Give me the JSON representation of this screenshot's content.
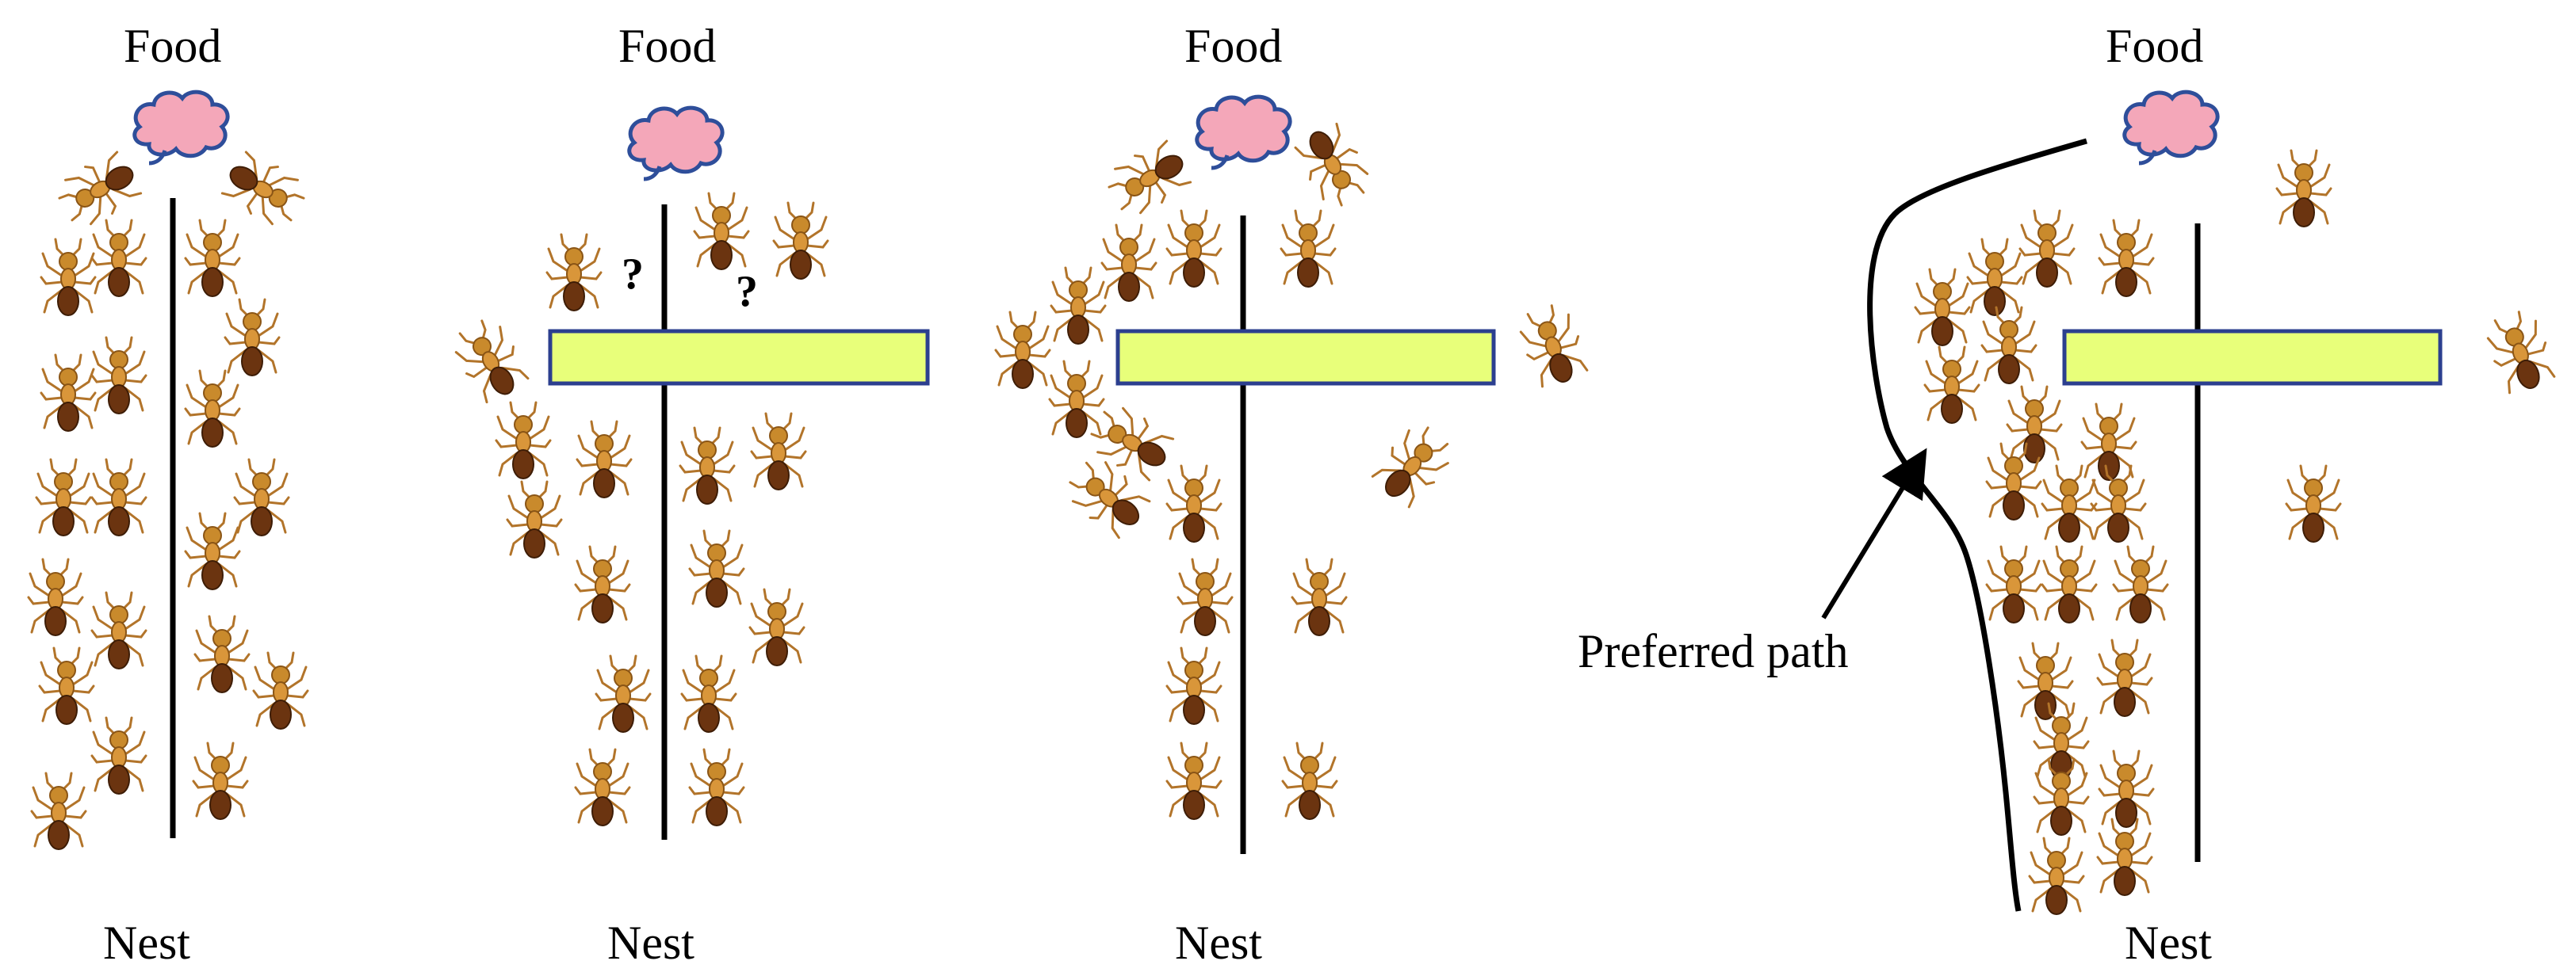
{
  "panels": [
    {
      "id": "panel-1",
      "food_label": "Food",
      "nest_label": "Nest"
    },
    {
      "id": "panel-2",
      "food_label": "Food",
      "nest_label": "Nest",
      "question_marks": [
        "?",
        "?"
      ]
    },
    {
      "id": "panel-3",
      "food_label": "Food",
      "nest_label": "Nest"
    },
    {
      "id": "panel-4",
      "food_label": "Food",
      "nest_label": "Nest",
      "annotation": "Preferred path"
    }
  ],
  "colors": {
    "food_fill": "#f4a7b9",
    "food_stroke": "#2e4e9a",
    "obstacle_fill": "#e8ff7a",
    "obstacle_stroke": "#2c3f8f",
    "ant_body": "#c98a2c",
    "ant_dark": "#5a2d0c",
    "line": "#000000"
  },
  "icons": [
    "food-icon",
    "ant-icon",
    "obstacle-bar",
    "trail-line",
    "arrow-icon"
  ]
}
